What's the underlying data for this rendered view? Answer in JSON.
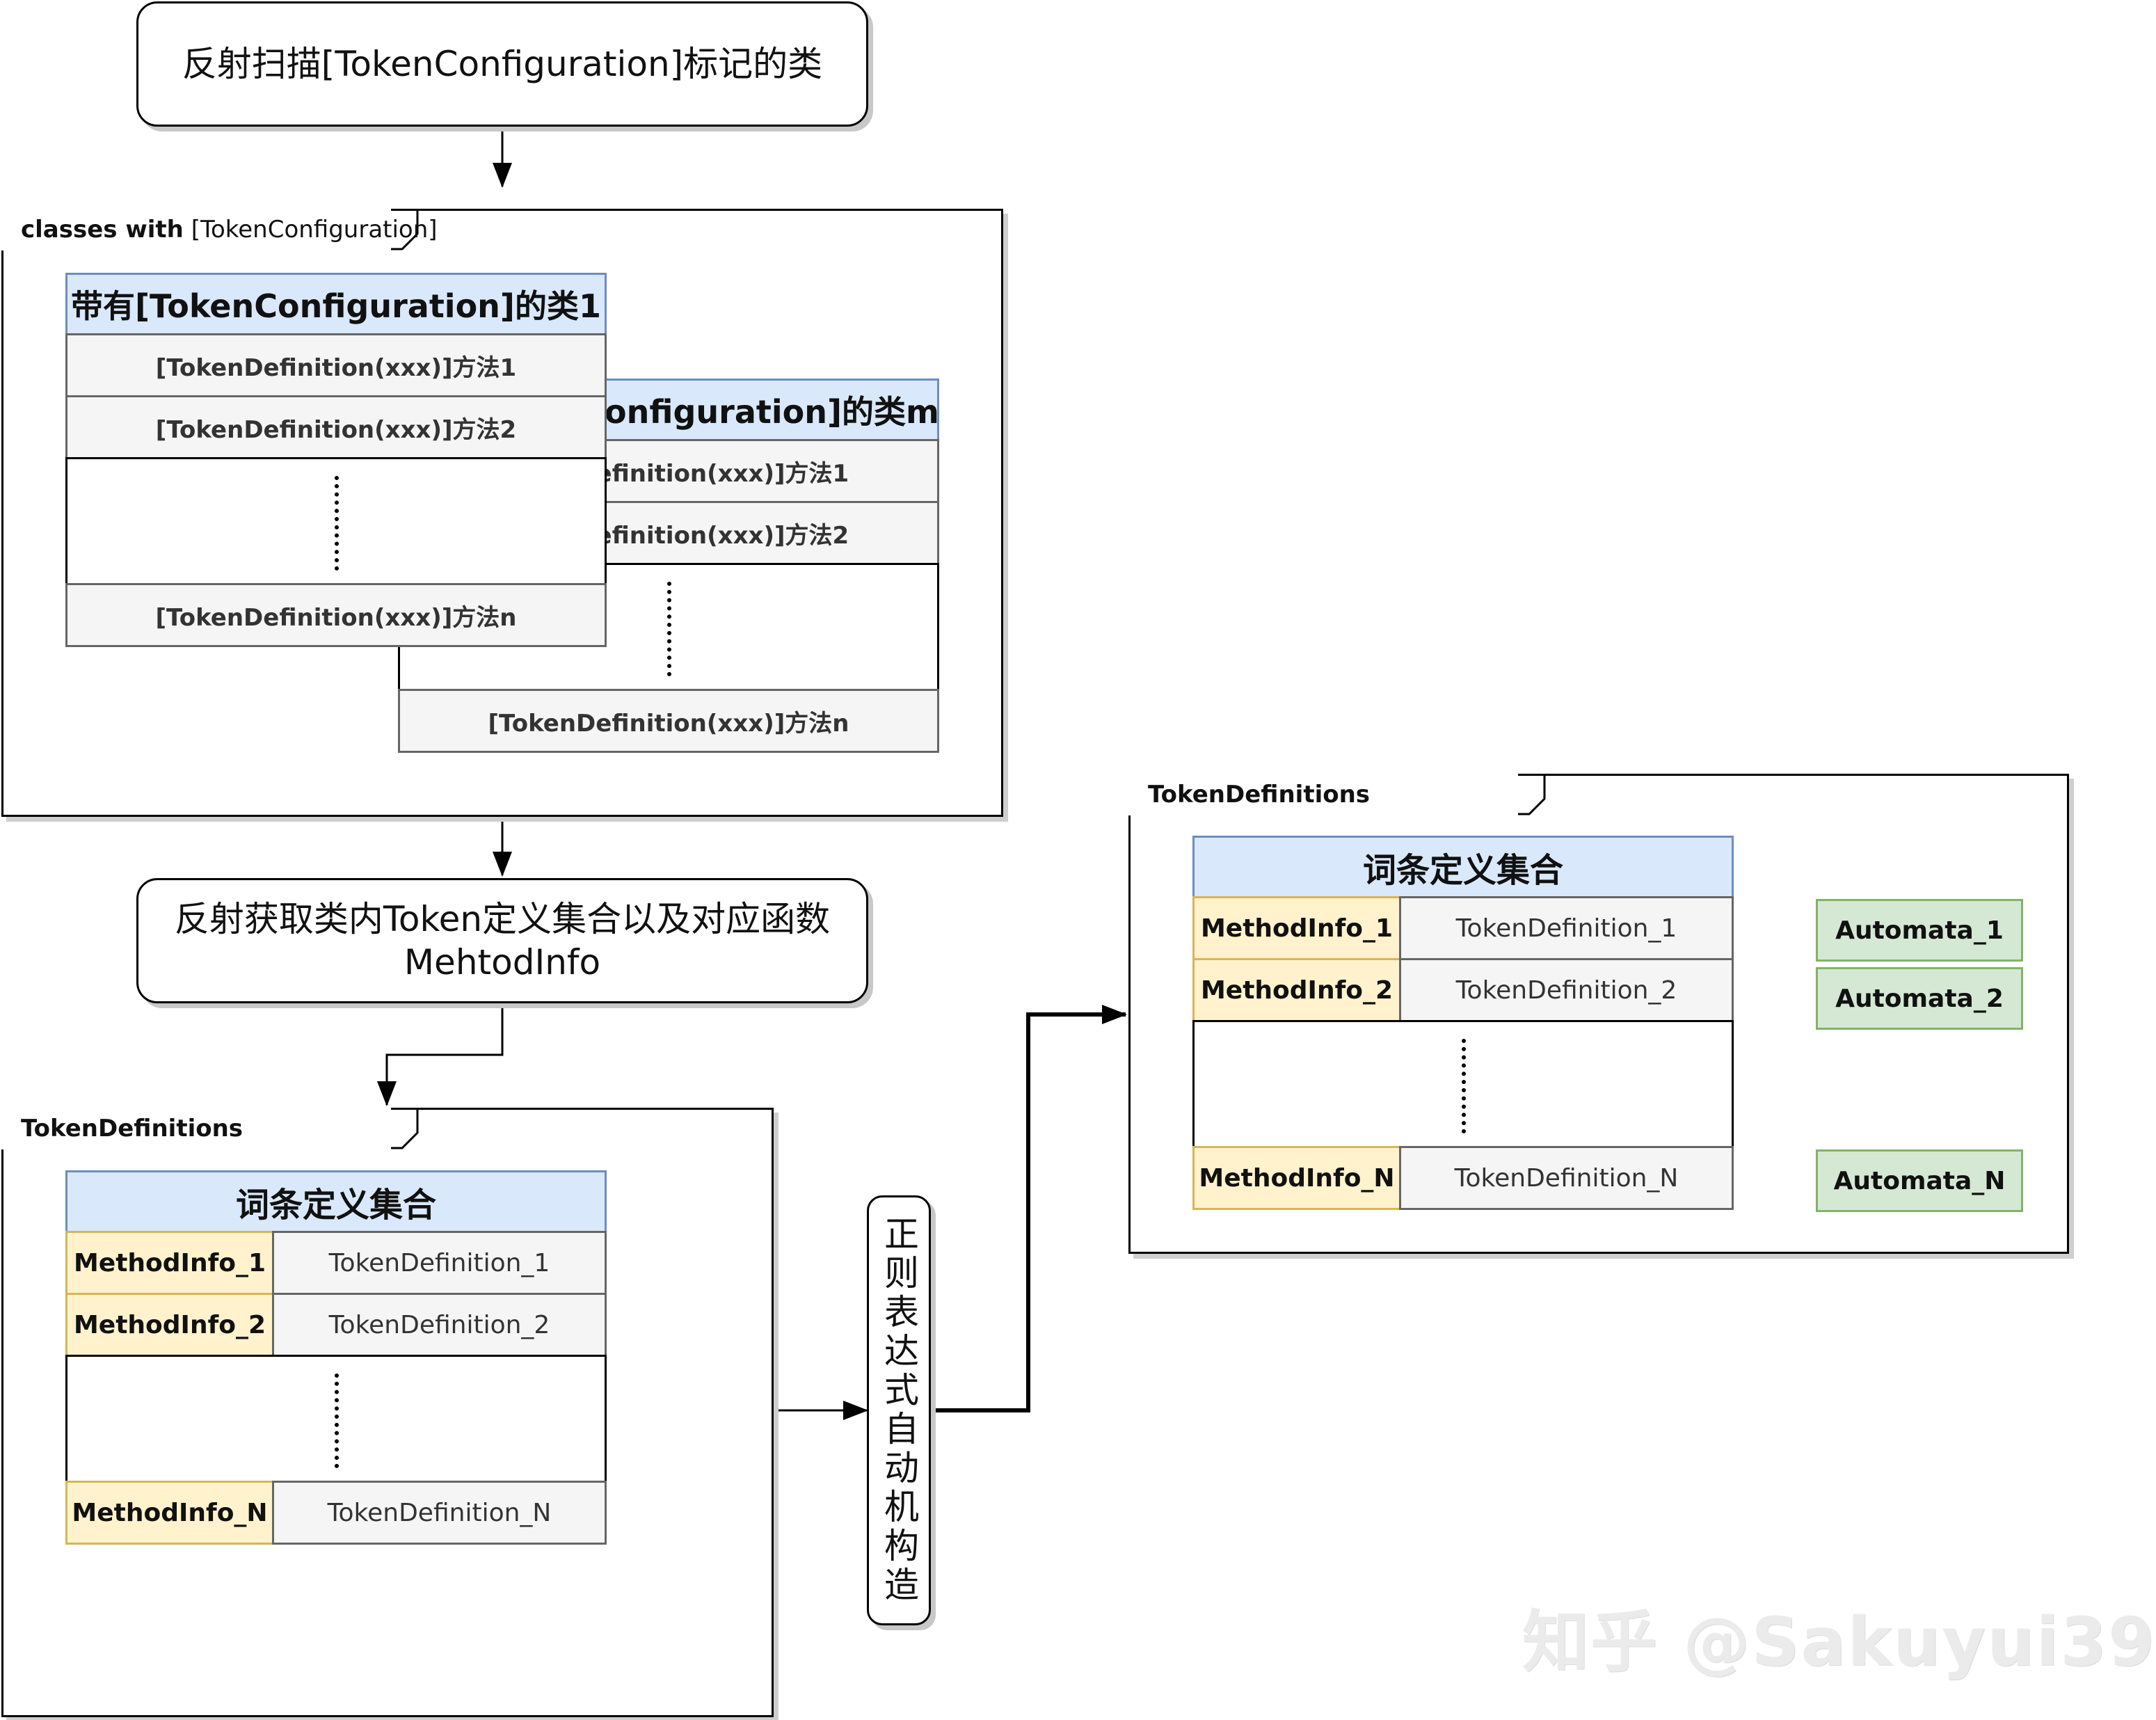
{
  "step1": {
    "text": "反射扫描[TokenConfiguration]标记的类"
  },
  "classes_frame": {
    "tab_bold": "classes with",
    "tab_normal": "[TokenConfiguration]",
    "class_first": {
      "title": "带有[TokenConfiguration]的类1",
      "method1": "[TokenDefinition(xxx)]方法1",
      "method2": "[TokenDefinition(xxx)]方法2",
      "methodn": "[TokenDefinition(xxx)]方法n"
    },
    "class_m": {
      "title": "带有[TokenConfiguration]的类m",
      "method1": "[TokenDefinition(xxx)]方法1",
      "method2": "[TokenDefinition(xxx)]方法2",
      "methodn": "[TokenDefinition(xxx)]方法n"
    }
  },
  "step2": {
    "line1": "反射获取类内Token定义集合以及对应函数",
    "line2": "MehtodInfo"
  },
  "defs_left": {
    "tab": "TokenDefinitions",
    "title": "词条定义集合",
    "rows": [
      {
        "method": "MethodInfo_1",
        "def": "TokenDefinition_1"
      },
      {
        "method": "MethodInfo_2",
        "def": "TokenDefinition_2"
      },
      {
        "method": "MethodInfo_N",
        "def": "TokenDefinition_N"
      }
    ]
  },
  "step3": {
    "text": "正则表达式自动机构造"
  },
  "defs_right": {
    "tab": "TokenDefinitions",
    "title": "词条定义集合",
    "rows": [
      {
        "method": "MethodInfo_1",
        "def": "TokenDefinition_1",
        "automata": "Automata_1"
      },
      {
        "method": "MethodInfo_2",
        "def": "TokenDefinition_2",
        "automata": "Automata_2"
      },
      {
        "method": "MethodInfo_N",
        "def": "TokenDefinition_N",
        "automata": "Automata_N"
      }
    ]
  },
  "watermark": {
    "text": "知乎 @Sakuyui39"
  },
  "colors": {
    "header_fill": "#dae8fc",
    "header_stroke": "#6c8ebf",
    "method_fill": "#fff2cc",
    "method_stroke": "#d6b656",
    "automata_fill": "#d5e8d4",
    "automata_stroke": "#82b366",
    "row_fill": "#f5f5f5"
  }
}
